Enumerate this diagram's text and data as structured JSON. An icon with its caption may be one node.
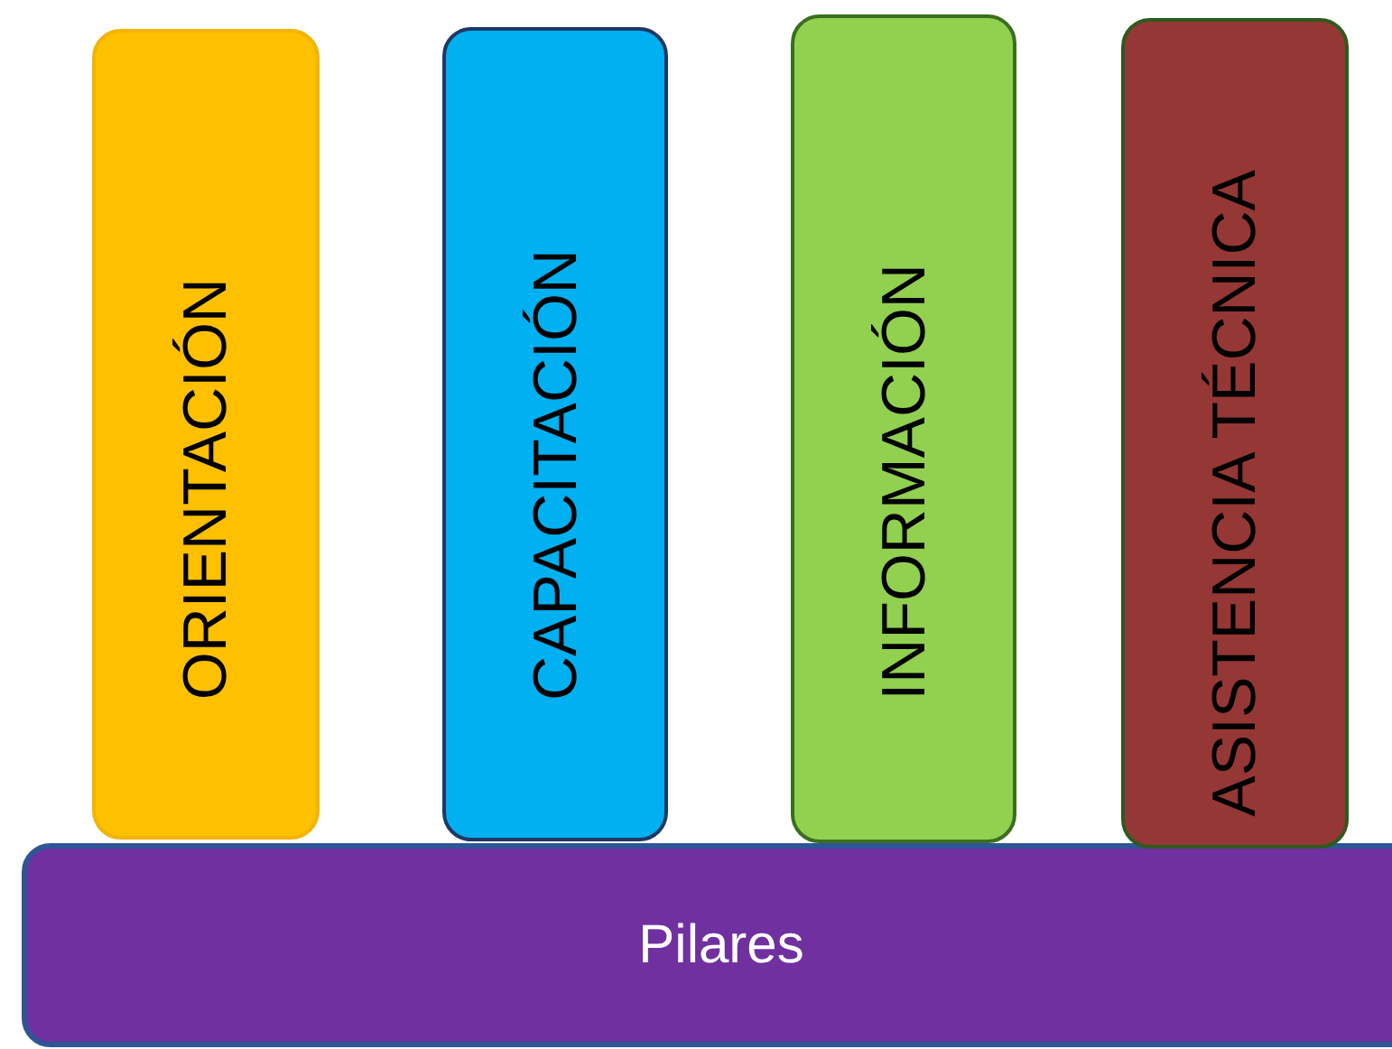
{
  "diagram": {
    "nodes": [
      {
        "text": [
          "ORIENTACIÓN"
        ]
      },
      {
        "text": [
          "CAPACITACIÓN"
        ]
      },
      {
        "text": [
          "INFORMACIÓN"
        ]
      },
      {
        "text": [
          "ASISTENCIA TÉCNICA"
        ]
      },
      {
        "text": [
          "Pilares"
        ]
      }
    ]
  }
}
